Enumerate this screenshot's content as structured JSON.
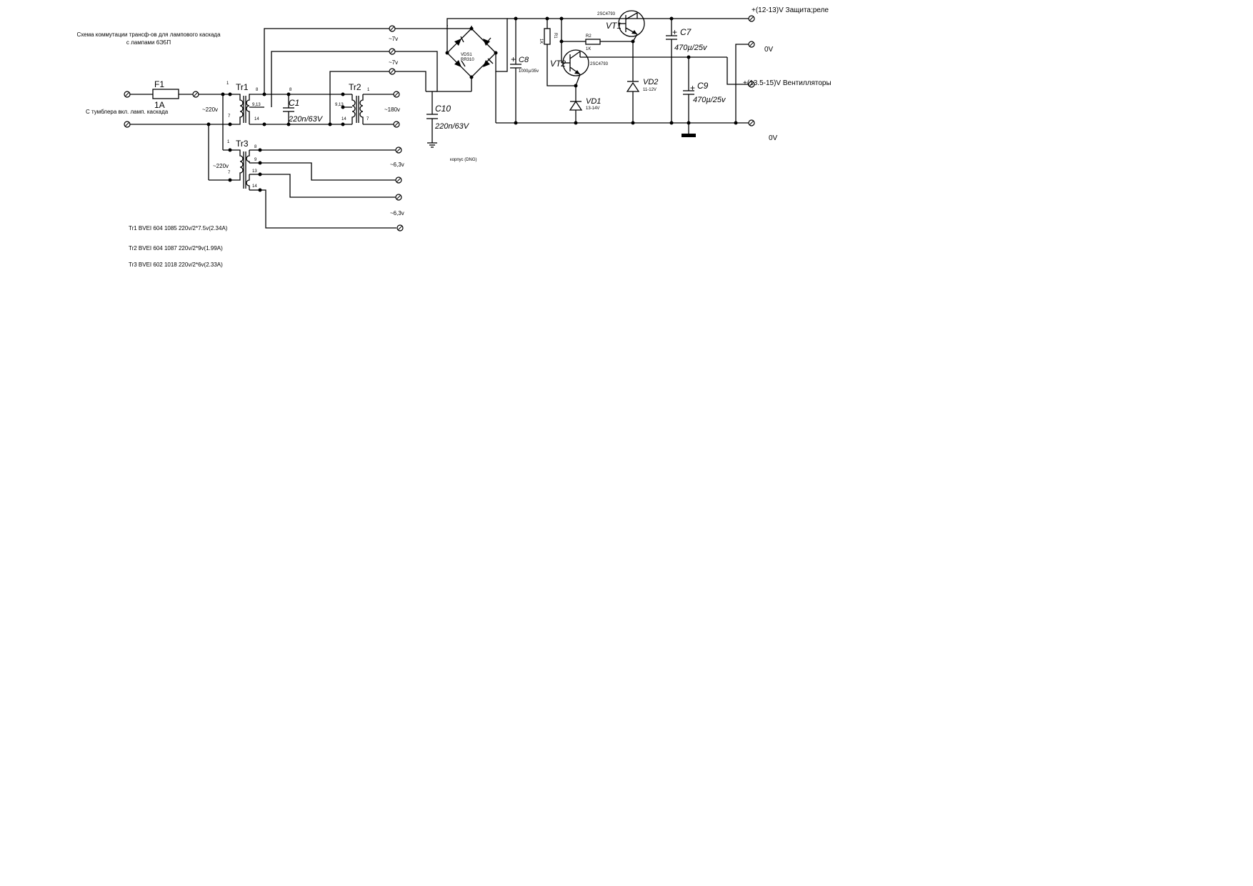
{
  "title_line1": "Схема коммутации трансф-ов для лампового каскада",
  "title_line2": "с лампами 6Э5П",
  "fuse": {
    "ref": "F1",
    "value": "1A"
  },
  "input_label": "С тумблера вкл. ламп. каскада",
  "mains_label": "~220v",
  "tr1": {
    "ref": "Tr1",
    "pin1": "1",
    "pin7": "7",
    "pin8": "8",
    "pin913": "9,13",
    "pin14": "14"
  },
  "tr2": {
    "ref": "Tr2",
    "pin8": "8",
    "pin913": "9,13",
    "pin14": "14",
    "pin1": "1",
    "pin7": "7",
    "out_label": "~180v"
  },
  "tr3": {
    "ref": "Tr3",
    "pin1": "1",
    "pin7": "7",
    "pin8": "8",
    "pin9": "9",
    "pin13": "13",
    "pin14": "14",
    "mains_label": "~220v",
    "out1_label": "~6,3v",
    "out2_label": "~6,3v"
  },
  "c1": {
    "ref": "C1",
    "value": "220n/63V"
  },
  "c10": {
    "ref": "C10",
    "value": "220n/63V"
  },
  "ground_label": "корпус (DNG)",
  "ac7_label_1": "~7v",
  "ac7_label_2": "~7v",
  "bridge": {
    "ref": "VDS1",
    "part": "RR310"
  },
  "c8": {
    "ref": "C8",
    "value": "1000µ/35v"
  },
  "r1": {
    "ref": "R1",
    "value": "1K"
  },
  "r2": {
    "ref": "R2",
    "value": "1K"
  },
  "vt1": {
    "ref": "VT1",
    "part": "2SC4793"
  },
  "vt2": {
    "ref": "VT2",
    "part": "2SC4793"
  },
  "vd1": {
    "ref": "VD1",
    "value": "13-14V"
  },
  "vd2": {
    "ref": "VD2",
    "value": "11-12V"
  },
  "c7": {
    "ref": "C7",
    "value": "470µ/25v"
  },
  "c9": {
    "ref": "C9",
    "value": "470µ/25v"
  },
  "outputs": {
    "relay": "+(12-13)V Защита;реле",
    "zero1": "0V",
    "fans": "+(13.5-15)V Вентилляторы",
    "zero2": "0V"
  },
  "notes": [
    "Tr1 BVEI 604 1085  220v/2*7.5v(2.34A)",
    "Tr2 BVEI 604 1087  220v/2*9v(1.99A)",
    "Tr3 BVEI 602 1018  220v/2*6v(2.33A)"
  ]
}
